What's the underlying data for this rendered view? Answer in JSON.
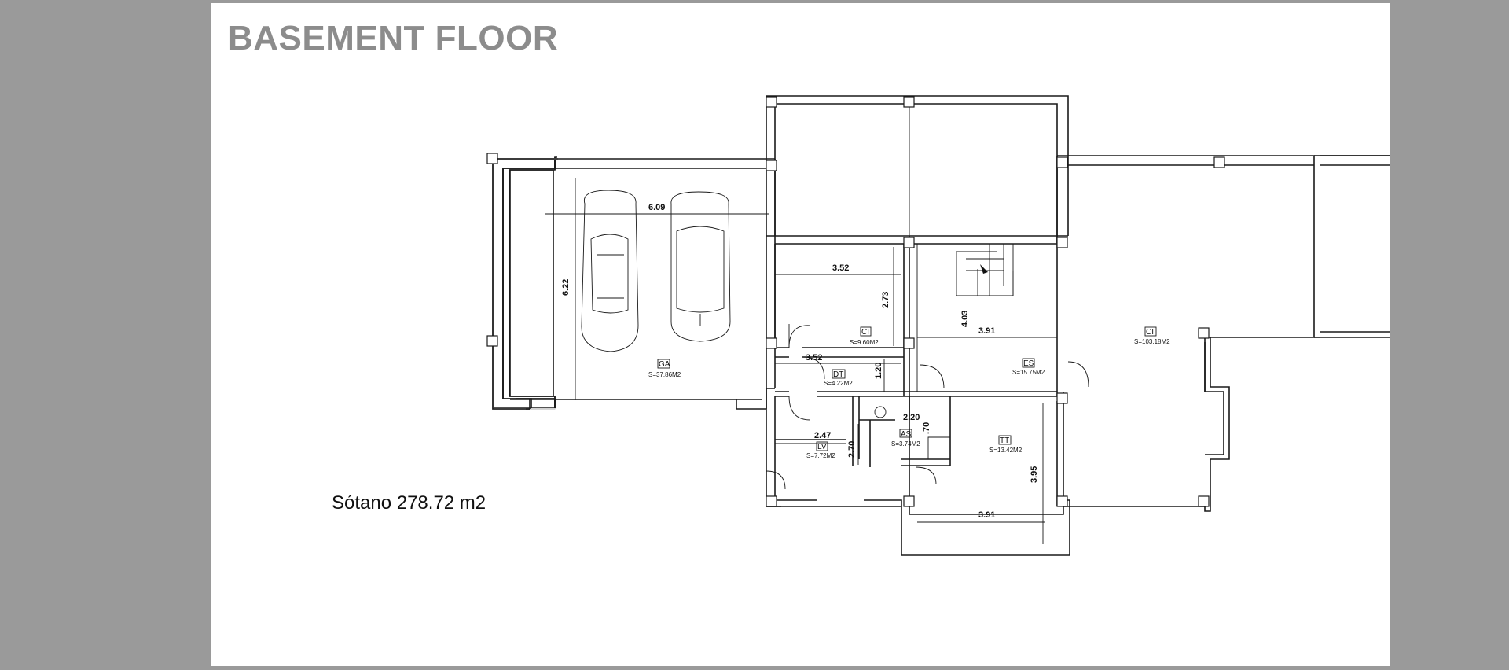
{
  "title": "BASEMENT FLOOR",
  "total_area": "Sótano 278.72 m2",
  "rooms": [
    {
      "code": "GA",
      "area": "S=37.86M2"
    },
    {
      "code": "CI",
      "area": "S=9.60M2"
    },
    {
      "code": "DT",
      "area": "S=4.22M2"
    },
    {
      "code": "ES",
      "area": "S=15.75M2"
    },
    {
      "code": "CI",
      "area": "S=103.18M2"
    },
    {
      "code": "LV",
      "area": "S=7.72M2"
    },
    {
      "code": "AS",
      "area": "S=3.74M2"
    },
    {
      "code": "TT",
      "area": "S=13.42M2"
    }
  ],
  "dimensions": [
    "6.09",
    "6.22",
    "3.52",
    "2.73",
    "3.52",
    "1.20",
    "4.03",
    "3.91",
    "2.20",
    ".70",
    "2.47",
    "2.70",
    "3.95",
    "3.91"
  ]
}
